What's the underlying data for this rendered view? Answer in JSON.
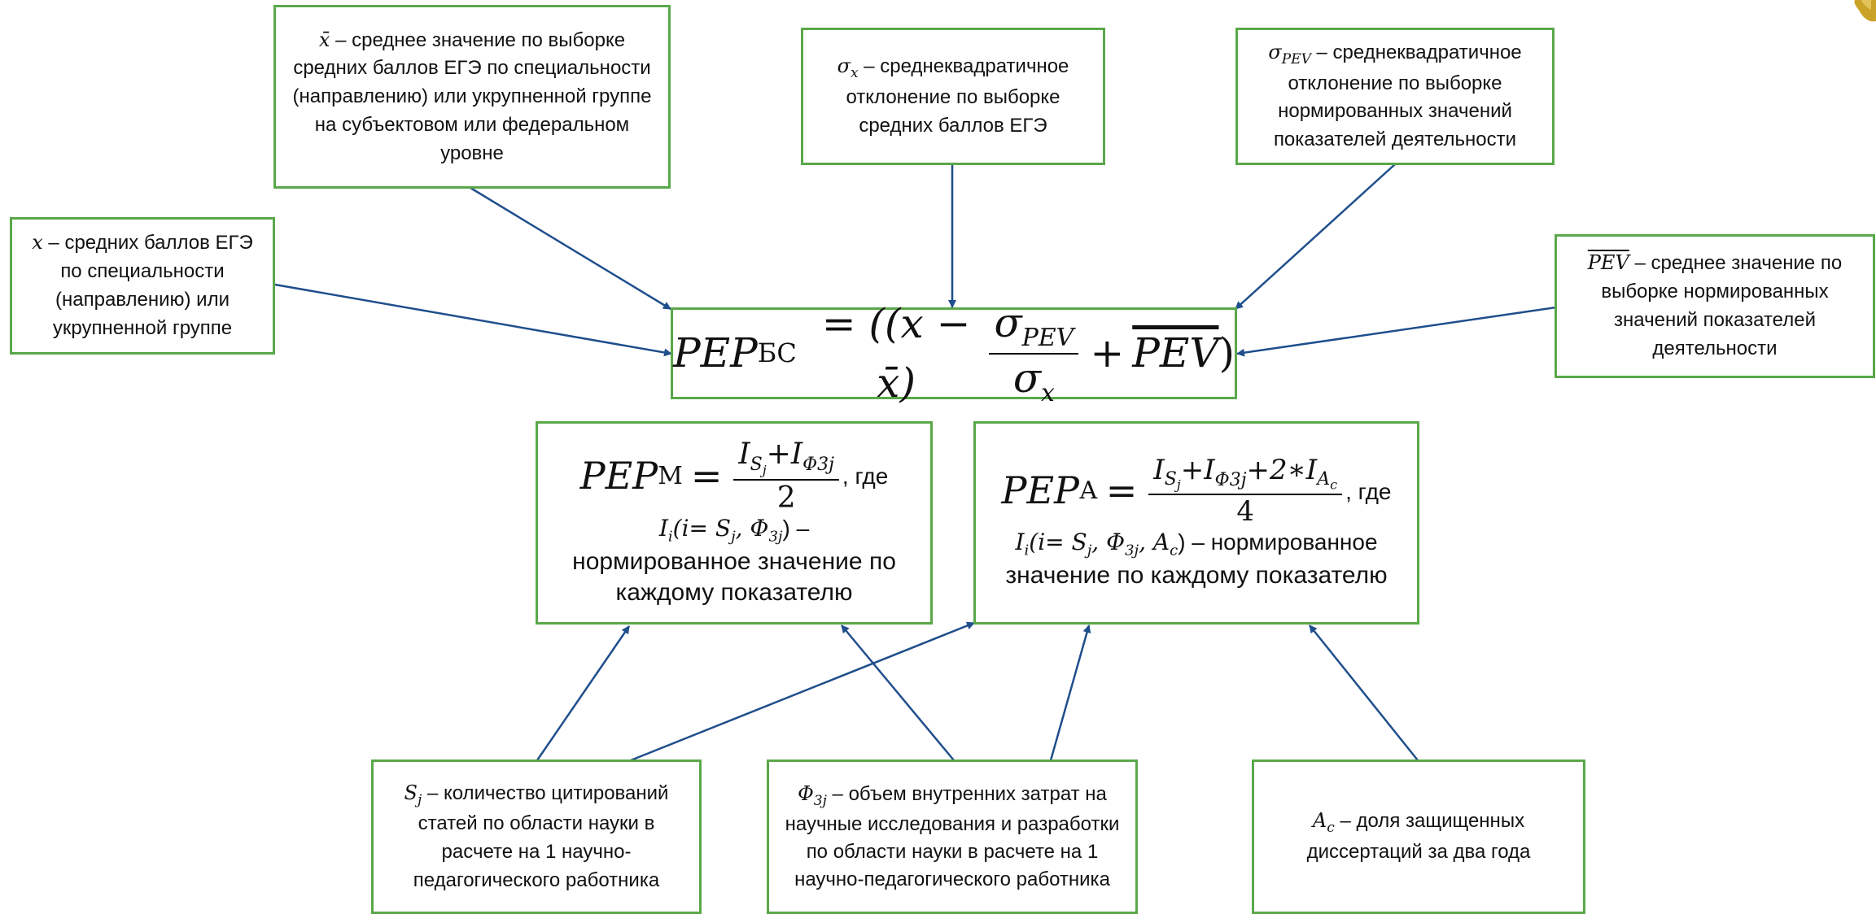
{
  "notes": {
    "xbar_symbol": "x̄",
    "xbar_desc": "– среднее значение по выборке средних баллов ЕГЭ по специальности (направлению) или укрупненной группе на субъектовом или федеральном уровне",
    "sigma_x_symbol": "σ",
    "sigma_x_sub": "x",
    "sigma_x_desc": "– среднеквадратичное отклонение по выборке средних баллов ЕГЭ",
    "sigma_pev_symbol": "σ",
    "sigma_pev_sub": "PEV",
    "sigma_pev_desc": "– среднеквадратичное отклонение по выборке нормированных значений показателей деятельности",
    "x_symbol": "x",
    "x_desc": "– средних баллов ЕГЭ по специальности (направлению) или укрупненной группе",
    "pevbar_symbol": "PEV",
    "pevbar_desc": "– среднее значение по выборке нормированных значений показателей деятельности",
    "sj_symbol": "S",
    "sj_sub": "j",
    "sj_desc": "– количество цитирований статей по области науки в расчете на 1 научно-педагогического работника",
    "f3j_symbol": "Φ",
    "f3j_sub": "3j",
    "f3j_desc": "– объем внутренних затрат на научные исследования и разработки по области науки в расчете на 1 научно-педагогического работника",
    "ac_symbol": "A",
    "ac_sub": "c",
    "ac_desc": "– доля защищенных диссертаций за два года"
  },
  "formula_bs": {
    "lhs": "PEP",
    "lhs_sub": "БС",
    "prefix": "= ((x − x̄)",
    "num": "σ",
    "num_sub": "PEV",
    "den": "σ",
    "den_sub": "x",
    "plus": "+",
    "pevbar": "PEV",
    "close": ")"
  },
  "formula_m": {
    "lhs": "PEP",
    "lhs_sub": "М",
    "num": "I",
    "num_sub1": "S",
    "num_sub1_sub": "j",
    "num_plus": "+I",
    "num_sub2": "Φ3j",
    "den": "2",
    "gde": ", где",
    "line2_sym": "I",
    "line2_sub": "i",
    "line2_args": "(i= S",
    "line2_args_sub": "j",
    "line2_args2": ", Φ",
    "line2_args2_sub": "3j",
    "line2_tail": ") –",
    "line3": "нормированное значение по каждому показателю"
  },
  "formula_a": {
    "lhs": "PEP",
    "lhs_sub": "А",
    "num": "I",
    "num_sub1": "S",
    "num_sub1_sub": "j",
    "num_plus": "+I",
    "num_sub2": "Φ3j",
    "num_plus2": "+2∗I",
    "num_sub3": "A",
    "num_sub3_sub": "c",
    "den": "4",
    "gde": ", где",
    "line2_sym": "I",
    "line2_sub": "i",
    "line2_args": "(i= S",
    "line2_args_sub": "j",
    "line2_args2": ", Φ",
    "line2_args2_sub": "3j",
    "line2_args3": ", A",
    "line2_args3_sub": "c",
    "line2_tail": ") – нормированное",
    "line3": "значение по каждому показателю"
  },
  "colors": {
    "box_border": "#5aa84a",
    "arrow": "#1f4e8c",
    "decoration": "#c9a227"
  }
}
